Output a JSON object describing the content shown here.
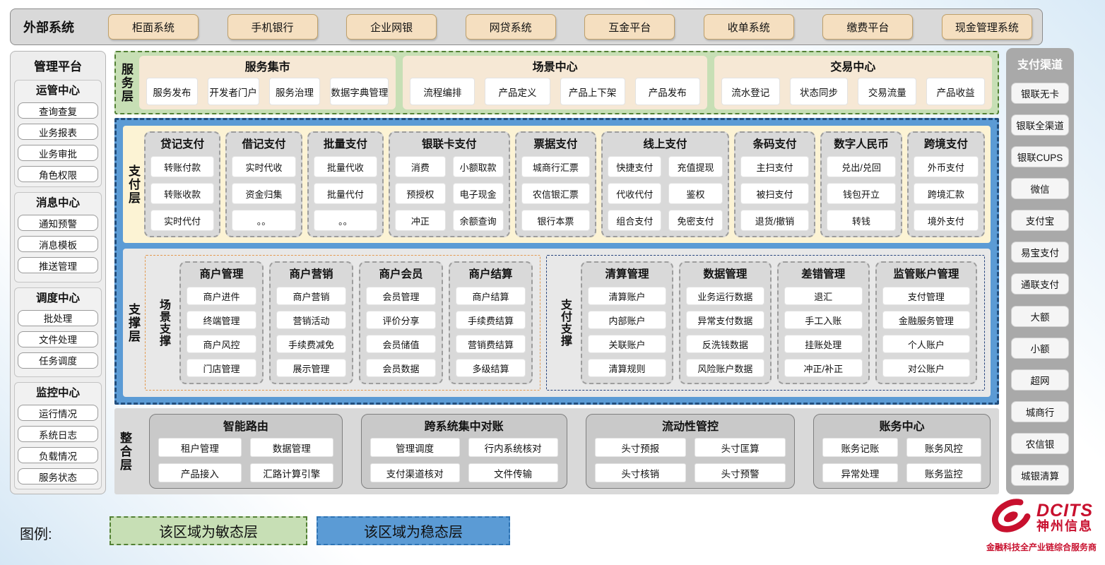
{
  "external_systems": {
    "label": "外部系统",
    "items": [
      "柜面系统",
      "手机银行",
      "企业网银",
      "网贷系统",
      "互金平台",
      "收单系统",
      "缴费平台",
      "现金管理系统"
    ]
  },
  "management_platform": {
    "title": "管理平台",
    "sections": [
      {
        "title": "运管中心",
        "items": [
          "查询查复",
          "业务报表",
          "业务审批",
          "角色权限"
        ]
      },
      {
        "title": "消息中心",
        "items": [
          "通知预警",
          "消息模板",
          "推送管理"
        ]
      },
      {
        "title": "调度中心",
        "items": [
          "批处理",
          "文件处理",
          "任务调度"
        ]
      },
      {
        "title": "监控中心",
        "items": [
          "运行情况",
          "系统日志",
          "负载情况",
          "服务状态"
        ]
      }
    ]
  },
  "service_layer": {
    "label": "服务层",
    "groups": [
      {
        "title": "服务集市",
        "items": [
          "服务发布",
          "开发者门户",
          "服务治理",
          "数据字典管理"
        ]
      },
      {
        "title": "场景中心",
        "items": [
          "流程编排",
          "产品定义",
          "产品上下架",
          "产品发布"
        ]
      },
      {
        "title": "交易中心",
        "items": [
          "流水登记",
          "状态同步",
          "交易流量",
          "产品收益"
        ]
      }
    ]
  },
  "payment_layer": {
    "label": "支付层",
    "columns": [
      {
        "title": "贷记支付",
        "items": [
          "转账付款",
          "转账收款",
          "实时代付"
        ]
      },
      {
        "title": "借记支付",
        "items": [
          "实时代收",
          "资金归集",
          "。。"
        ]
      },
      {
        "title": "批量支付",
        "items": [
          "批量代收",
          "批量代付",
          "。。"
        ]
      },
      {
        "title": "银联卡支付",
        "items": [
          "消费",
          "小额取款",
          "预授权",
          "电子现金",
          "冲正",
          "余额查询"
        ]
      },
      {
        "title": "票据支付",
        "items": [
          "城商行汇票",
          "农信银汇票",
          "银行本票"
        ]
      },
      {
        "title": "线上支付",
        "items": [
          "快捷支付",
          "充值提现",
          "代收代付",
          "鉴权",
          "组合支付",
          "免密支付"
        ]
      },
      {
        "title": "条码支付",
        "items": [
          "主扫支付",
          "被扫支付",
          "退货/撤销"
        ]
      },
      {
        "title": "数字人民币",
        "items": [
          "兑出/兑回",
          "钱包开立",
          "转钱"
        ]
      },
      {
        "title": "跨境支付",
        "items": [
          "外币支付",
          "跨境汇款",
          "境外支付"
        ]
      }
    ]
  },
  "support_layer": {
    "label": "支撑层",
    "scene_support": {
      "label": "场景支撑",
      "columns": [
        {
          "title": "商户管理",
          "items": [
            "商户进件",
            "终端管理",
            "商户风控",
            "门店管理"
          ]
        },
        {
          "title": "商户营销",
          "items": [
            "商户营销",
            "营销活动",
            "手续费减免",
            "展示管理"
          ]
        },
        {
          "title": "商户会员",
          "items": [
            "会员管理",
            "评价分享",
            "会员储值",
            "会员数据"
          ]
        },
        {
          "title": "商户结算",
          "items": [
            "商户结算",
            "手续费结算",
            "营销费结算",
            "多级结算"
          ]
        }
      ]
    },
    "pay_support": {
      "label": "支付支撑",
      "columns": [
        {
          "title": "清算管理",
          "items": [
            "清算账户",
            "内部账户",
            "关联账户",
            "清算规则"
          ]
        },
        {
          "title": "数据管理",
          "items": [
            "业务运行数据",
            "异常支付数据",
            "反洗钱数据",
            "风险账户数据"
          ]
        },
        {
          "title": "差错管理",
          "items": [
            "退汇",
            "手工入账",
            "挂账处理",
            "冲正/补正"
          ]
        },
        {
          "title": "监管账户管理",
          "items": [
            "支付管理",
            "金融服务管理",
            "个人账户",
            "对公账户"
          ]
        }
      ]
    }
  },
  "integration_layer": {
    "label": "整合层",
    "groups": [
      {
        "title": "智能路由",
        "items": [
          "租户管理",
          "数据管理",
          "产品接入",
          "汇路计算引擎"
        ]
      },
      {
        "title": "跨系统集中对账",
        "items": [
          "管理调度",
          "行内系统核对",
          "支付渠道核对",
          "文件传输"
        ]
      },
      {
        "title": "流动性管控",
        "items": [
          "头寸预报",
          "头寸匡算",
          "头寸核销",
          "头寸预警"
        ]
      },
      {
        "title": "账务中心",
        "items": [
          "账务记账",
          "账务风控",
          "异常处理",
          "账务监控"
        ]
      }
    ]
  },
  "payment_channels": {
    "title": "支付渠道",
    "items": [
      "银联无卡",
      "银联全渠道",
      "银联CUPS",
      "微信",
      "支付宝",
      "易宝支付",
      "通联支付",
      "大额",
      "小额",
      "超网",
      "城商行",
      "农信银",
      "城银清算"
    ]
  },
  "legend": {
    "label": "图例:",
    "agile": "该区域为敏态层",
    "stable": "该区域为稳态层"
  },
  "logo": {
    "brand": "DCITS",
    "company": "神州信息",
    "tagline": "金融科技全产业链综合服务商"
  },
  "colors": {
    "agile_green": "#c7dfb5",
    "agile_border": "#538135",
    "stable_blue": "#5b9bd5",
    "stable_border": "#214e7e",
    "external_tan": "#f5dfc0",
    "panel_gray": "#d9d9d9",
    "brand_red": "#c8102e"
  }
}
